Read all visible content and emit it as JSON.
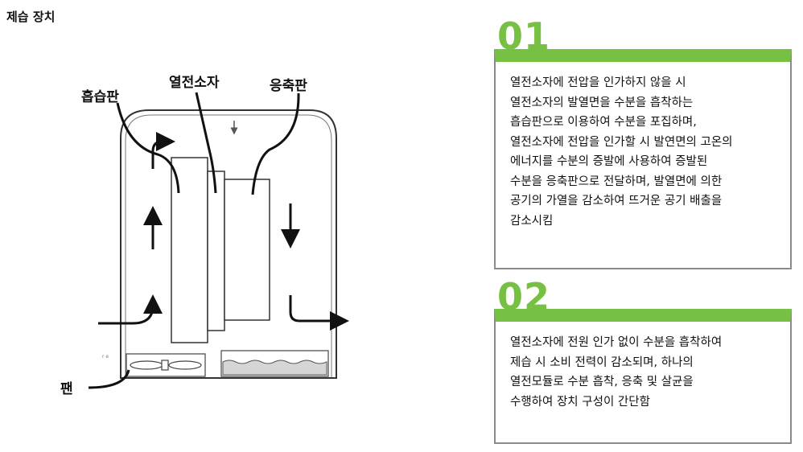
{
  "page": {
    "title": "제습 장치"
  },
  "diagram": {
    "labels": {
      "absorber": "흡습판",
      "thermoelectric": "열전소자",
      "condenser": "응축판",
      "fan": "팬"
    },
    "minor_mark": "r e"
  },
  "panels": [
    {
      "number": "01",
      "text": "열전소자에 전압을 인가하지 않을 시\n열전소자의 발열면을 수분을 흡착하는\n흡습판으로 이용하여 수분을 포집하며,\n열전소자에 전압을 인가할 시 발연면의 고온의\n에너지를 수분의 증발에 사용하여 증발된\n수분을 응축판으로 전달하며, 발열면에 의한\n공기의 가열을 감소하여 뜨거운 공기 배출을\n감소시킴"
    },
    {
      "number": "02",
      "text": "열전소자에 전원 인가 없이 수분을 흡착하여\n제습 시 소비 전력이 감소되며, 하나의\n열전모듈로 수분 흡착, 응축 및 살균을\n수행하여 장치 구성이 간단함"
    }
  ],
  "colors": {
    "accent": "#76c043",
    "panel_border": "#8a8a8a"
  }
}
